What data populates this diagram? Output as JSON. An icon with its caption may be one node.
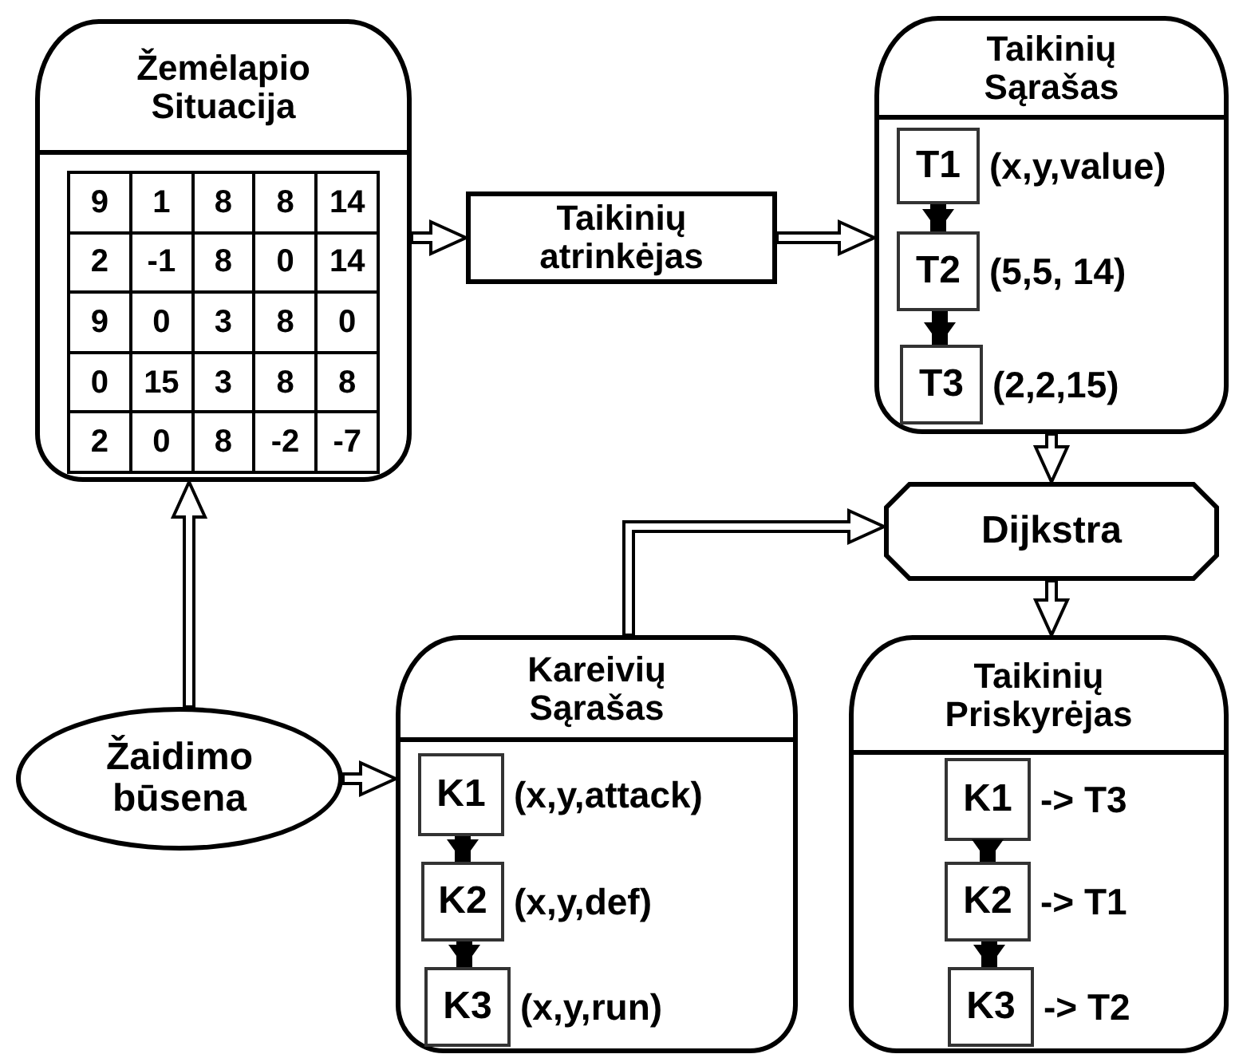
{
  "diagram": {
    "nodes": [
      {
        "text": [
          "Žemėlapio Situacija"
        ]
      },
      {
        "text": [
          "Taikinių atrinkėjas"
        ]
      },
      {
        "text": [
          "Taikinių Sąrašas"
        ]
      },
      {
        "text": [
          "T1"
        ],
        "in": 2,
        "beside": [
          "(x,y,value)"
        ]
      },
      {
        "text": [
          "T2"
        ],
        "in": 2,
        "beside": [
          "(5,5, 14)"
        ]
      },
      {
        "text": [
          "T3"
        ],
        "in": 2,
        "beside": [
          "(2,2,15)"
        ]
      },
      {
        "text": [
          "Dijkstra"
        ]
      },
      {
        "text": [
          "Kareivių Sąrašas"
        ]
      },
      {
        "text": [
          "K1"
        ],
        "in": 7,
        "beside": [
          "(x,y,attack)"
        ]
      },
      {
        "text": [
          "K2"
        ],
        "in": 7,
        "beside": [
          "(x,y,def)"
        ]
      },
      {
        "text": [
          "K3"
        ],
        "in": 7,
        "beside": [
          "(x,y,run)"
        ]
      },
      {
        "text": [
          "Taikinių Priskyrėjas"
        ]
      },
      {
        "text": [
          "K1"
        ],
        "in": 11,
        "beside": [
          "-> T3"
        ]
      },
      {
        "text": [
          "K2"
        ],
        "in": 11,
        "beside": [
          "-> T1"
        ]
      },
      {
        "text": [
          "K3"
        ],
        "in": 11,
        "beside": [
          "-> T2"
        ]
      },
      {
        "text": [
          "Žaidimo būsena"
        ]
      }
    ],
    "edges": [
      {
        "from": 0,
        "to": 1,
        "arrow": "to"
      },
      {
        "from": 1,
        "to": 2,
        "arrow": "to"
      },
      {
        "from": 2,
        "to": 6,
        "arrow": "to"
      },
      {
        "from": 7,
        "to": 6,
        "arrow": "to"
      },
      {
        "from": 6,
        "to": 11,
        "arrow": "to"
      },
      {
        "from": 15,
        "to": 0,
        "arrow": "to"
      },
      {
        "from": 15,
        "to": 7,
        "arrow": "to"
      },
      {
        "from": 3,
        "to": 4,
        "arrow": "to"
      },
      {
        "from": 4,
        "to": 5,
        "arrow": "to"
      },
      {
        "from": 8,
        "to": 9,
        "arrow": "to"
      },
      {
        "from": 9,
        "to": 10,
        "arrow": "to"
      },
      {
        "from": 12,
        "to": 13,
        "arrow": "to"
      },
      {
        "from": 13,
        "to": 14,
        "arrow": "to"
      }
    ],
    "labels": [
      "9",
      "1",
      "8",
      "8",
      "14",
      "2",
      "-1",
      "8",
      "0",
      "14",
      "9",
      "0",
      "3",
      "8",
      "0",
      "0",
      "15",
      "3",
      "8",
      "8",
      "2",
      "0",
      "8",
      "-2",
      "-7"
    ]
  }
}
